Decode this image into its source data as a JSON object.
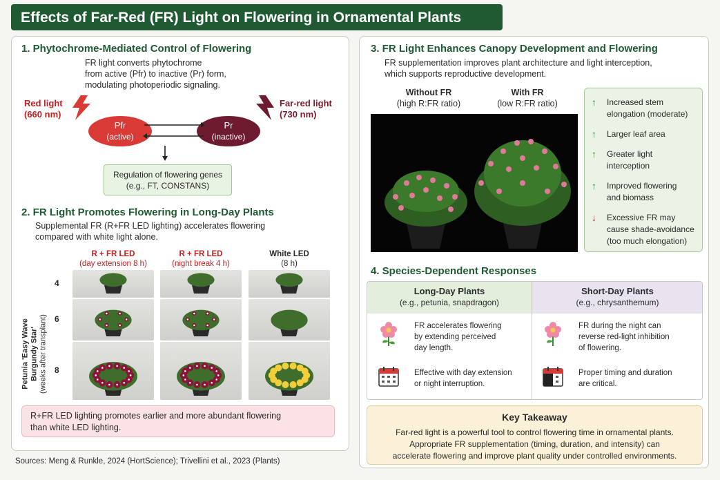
{
  "title": "Effects of Far-Red (FR) Light on Flowering in Ornamental Plants",
  "section1": {
    "title": "1. Phytochrome-Mediated Control of Flowering",
    "desc": [
      "FR light converts phytochrome",
      "from active (Pfr) to inactive (Pr) form,",
      "modulating photoperiodic signaling."
    ],
    "red_light": {
      "label": "Red light",
      "wavelength": "(660 nm)"
    },
    "far_red_light": {
      "label": "Far-red light",
      "wavelength": "(730 nm)"
    },
    "pfr": {
      "name": "Pfr",
      "state": "(active)"
    },
    "pr": {
      "name": "Pr",
      "state": "(inactive)"
    },
    "regulation": {
      "line1": "Regulation of flowering genes",
      "line2": "(e.g., FT, CONSTANS)"
    }
  },
  "section2": {
    "title": "2. FR Light Promotes Flowering in Long-Day Plants",
    "desc": [
      "Supplemental FR (R+FR LED lighting) accelerates flowering",
      "compared with white light alone."
    ],
    "columns": [
      {
        "head": "R + FR LED",
        "sub": "(day extension 8 h)"
      },
      {
        "head": "R + FR LED",
        "sub": "(night break 4 h)"
      },
      {
        "head": "White LED",
        "sub": "(8 h)"
      }
    ],
    "ylabel": {
      "line1": "Petunia 'Easy Wave",
      "line2": "Burgundy Star'",
      "line3": "(weeks after transplant)"
    },
    "weeks": [
      "4",
      "6",
      "8"
    ],
    "note": [
      "R+FR LED lighting promotes earlier and more abundant flowering",
      "than white LED lighting."
    ]
  },
  "section3": {
    "title": "3. FR Light Enhances Canopy Development and Flowering",
    "desc": [
      "FR supplementation improves plant architecture and light interception,",
      "which supports reproductive development."
    ],
    "without": {
      "head": "Without FR",
      "sub": "(high R:FR ratio)"
    },
    "with": {
      "head": "With FR",
      "sub": "(low R:FR ratio)"
    },
    "effects": [
      {
        "dir": "up",
        "lines": [
          "Increased stem",
          "elongation (moderate)"
        ]
      },
      {
        "dir": "up",
        "lines": [
          "Larger leaf area"
        ]
      },
      {
        "dir": "up",
        "lines": [
          "Greater light",
          "interception"
        ]
      },
      {
        "dir": "up",
        "lines": [
          "Improved flowering",
          "and biomass"
        ]
      },
      {
        "dir": "down",
        "lines": [
          "Excessive FR may",
          "cause shade-avoidance",
          "(too much elongation)"
        ]
      }
    ]
  },
  "section4": {
    "title": "4. Species-Dependent Responses",
    "long_day": {
      "head": "Long-Day Plants",
      "sub": "(e.g., petunia, snapdragon)",
      "text1": [
        "FR accelerates flowering",
        "by extending perceived",
        "day length."
      ],
      "text2": [
        "Effective with day extension",
        "or night interruption."
      ]
    },
    "short_day": {
      "head": "Short-Day Plants",
      "sub": "(e.g., chrysanthemum)",
      "text1": [
        "FR during the night can",
        "reverse red-light inhibition",
        "of flowering."
      ],
      "text2": [
        "Proper timing and duration",
        "are critical."
      ]
    },
    "key": {
      "head": "Key Takeaway",
      "lines": [
        "Far-red light is a powerful tool to control flowering time in ornamental plants.",
        "Appropriate FR supplementation (timing, duration, and intensity) can",
        "accelerate flowering and improve plant quality under controlled environments."
      ]
    }
  },
  "sources": "Sources: Meng & Runkle, 2024 (HortScience); Trivellini et al., 2023 (Plants)",
  "colors": {
    "title_bg": "#1f5a32",
    "red": "#d93a36",
    "dark_red": "#6e1b30",
    "green_box": "#e8f3e3",
    "pink_box": "#fbe2e4",
    "key_box": "#fbf1d8"
  }
}
